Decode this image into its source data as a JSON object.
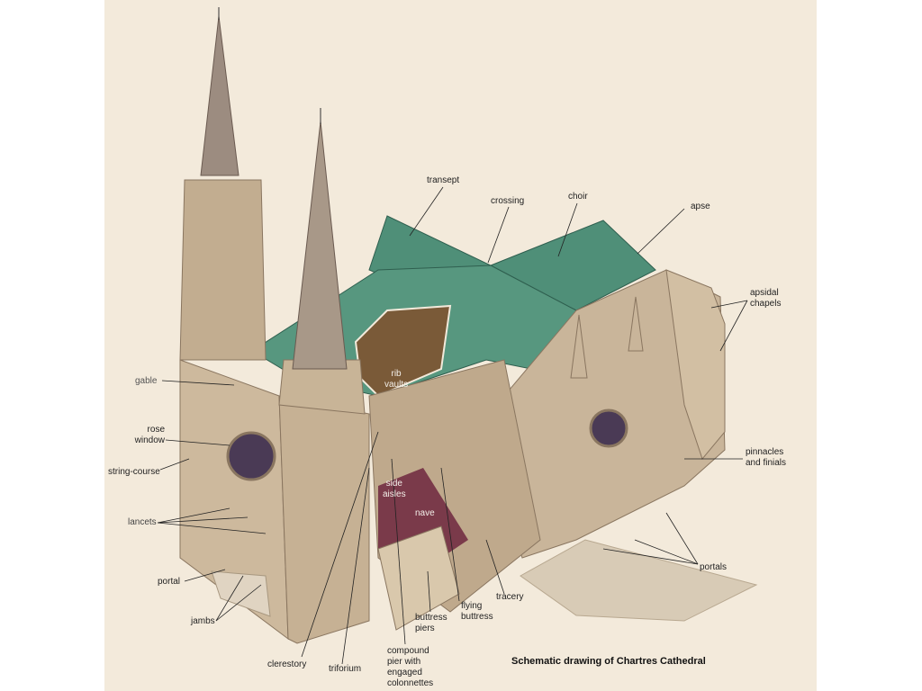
{
  "caption": "Schematic drawing of Chartres Cathedral",
  "colors": {
    "background": "#f3eadb",
    "roof": "#4f8f78",
    "stone": "#c9b59a",
    "floor": "#7a3a4a"
  },
  "labels": {
    "transept": "transept",
    "crossing": "crossing",
    "choir": "choir",
    "apse": "apse",
    "apsidal_chapels": [
      "apsidal",
      "chapels"
    ],
    "gable": "gable",
    "rib_vaults": [
      "rib",
      "vaults"
    ],
    "rose_window": [
      "rose",
      "window"
    ],
    "string_course": "string-course",
    "pinnacles_finials": [
      "pinnacles",
      "and finials"
    ],
    "side_aisles": [
      "side",
      "aisles"
    ],
    "nave": "nave",
    "lancets": "lancets",
    "portal": "portal",
    "portals": "portals",
    "jambs": "jambs",
    "buttress_piers": [
      "buttress",
      "piers"
    ],
    "flying_buttress": [
      "flying",
      "buttress"
    ],
    "tracery": "tracery",
    "clerestory": "clerestory",
    "triforium": "triforium",
    "compound_pier": [
      "compound",
      "pier with",
      "engaged",
      "colonnettes"
    ]
  }
}
